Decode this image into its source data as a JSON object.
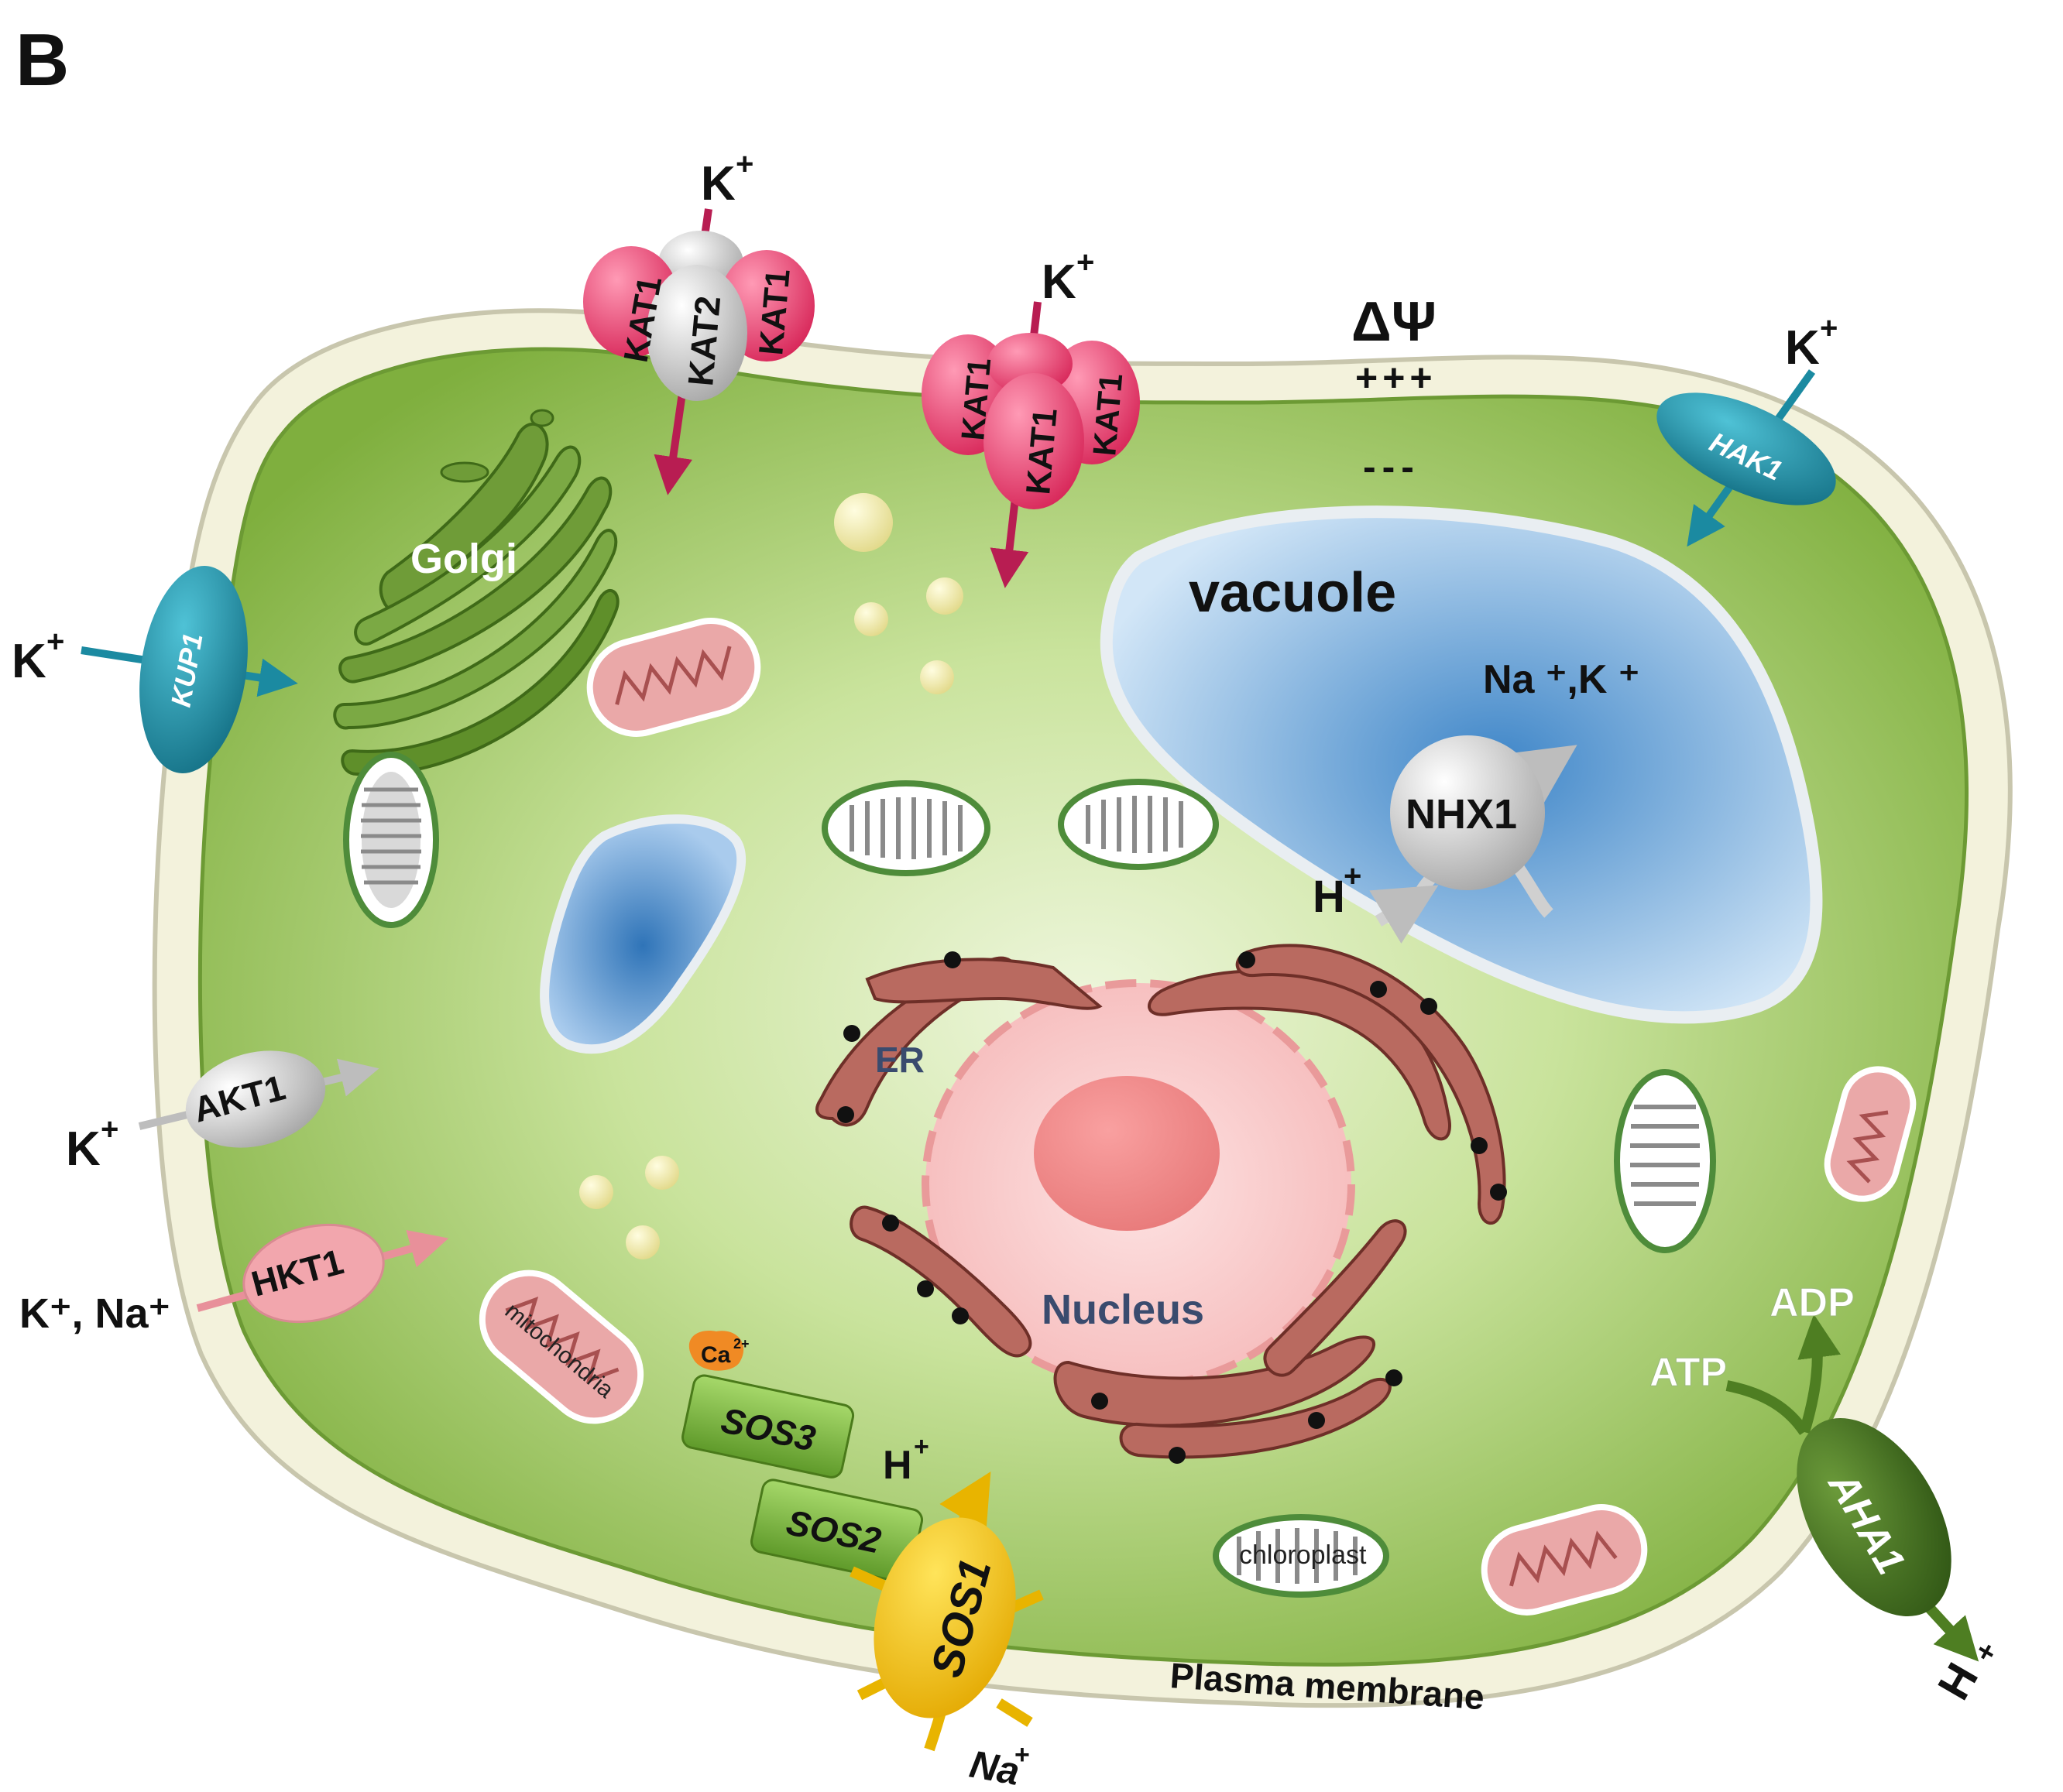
{
  "panel_label": "B",
  "colors": {
    "cytoplasm": "#8fbf4a",
    "cell_wall": "#f3f2dc",
    "vacuole": "#5b9bd5",
    "kat_channel": "#e9406f",
    "kat2_subunit": "#d9d9d9",
    "hak_kup": "#1c8fa6",
    "hkt1": "#f2a6ad",
    "er": "#b96a60",
    "nucleus": "#f6b7b7",
    "sos1": "#f5c400",
    "sos2_sos3": "#7cb83b",
    "ca": "#f08a24",
    "aha1": "#3f6b1d",
    "golgi": "#5f8f2a",
    "mitochondrion": "#e8a6a6"
  },
  "labels": {
    "delta_psi": "ΔΨ",
    "plus_charges": "+++",
    "minus_charges": "---",
    "organelles": {
      "golgi": "Golgi",
      "vacuole": "vacuole",
      "er": "ER",
      "nucleus": "Nucleus",
      "mitochondria": "mitochondria",
      "chloroplast": "chloroplast",
      "plasma_membrane": "Plasma membrane"
    },
    "transporters": {
      "kat1": "KAT1",
      "kat2": "KAT2",
      "hak1": "HAK1",
      "kup1": "KUP1",
      "akt1": "AKT1",
      "hkt1": "HKT1",
      "nhx1": "NHX1",
      "sos1": "SOS1",
      "sos2": "SOS2",
      "sos3": "SOS3",
      "aha1": "AHA1"
    },
    "ions": {
      "k": "K",
      "plus": "+",
      "h": "H",
      "na": "Na",
      "ca": "Ca",
      "ca_charge": "2+",
      "na_k_nhx": "Na ⁺,K ⁺",
      "k_na_hkt": "K⁺, Na⁺",
      "atp": "ATP",
      "adp": "ADP"
    }
  }
}
